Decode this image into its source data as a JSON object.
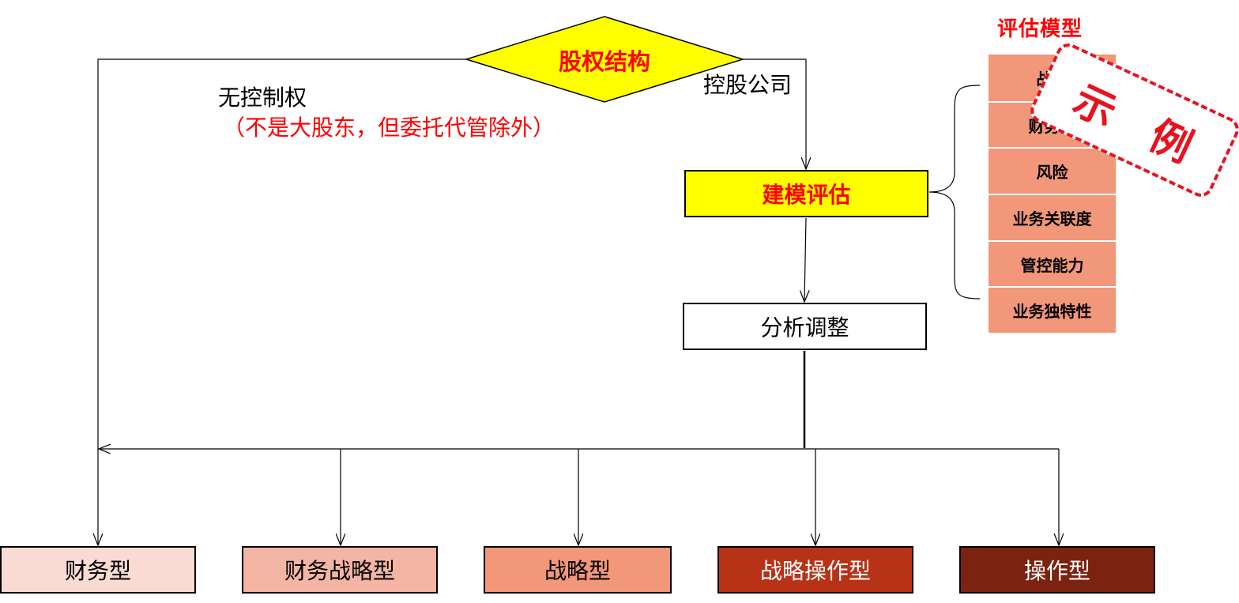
{
  "decision": {
    "label": "股权结构"
  },
  "branches": {
    "left_label": "无控制权",
    "left_note": "（不是大股东，但委托代管除外）",
    "right_label": "控股公司"
  },
  "process": {
    "model_eval": "建模评估",
    "adjust": "分析调整"
  },
  "evaluation_model": {
    "title": "评估模型",
    "items": [
      "战略",
      "财务贡",
      "风险",
      "业务关联度",
      "管控能力",
      "业务独特性"
    ]
  },
  "stamp": {
    "chars": [
      "示",
      "例"
    ]
  },
  "types": [
    {
      "label": "财务型",
      "fill": "#fadbd4",
      "text_color": "#000000"
    },
    {
      "label": "财务战略型",
      "fill": "#f4b5a4",
      "text_color": "#000000"
    },
    {
      "label": "战略型",
      "fill": "#f2977a",
      "text_color": "#000000"
    },
    {
      "label": "战略操作型",
      "fill": "#b83217",
      "text_color": "#ffffff"
    },
    {
      "label": "操作型",
      "fill": "#7b2310",
      "text_color": "#ffffff"
    }
  ],
  "colors": {
    "decision_fill": "#ffff00",
    "highlight_text": "#ff0000",
    "model_item_fill": "#f2977a",
    "stamp": "#e8121f"
  }
}
